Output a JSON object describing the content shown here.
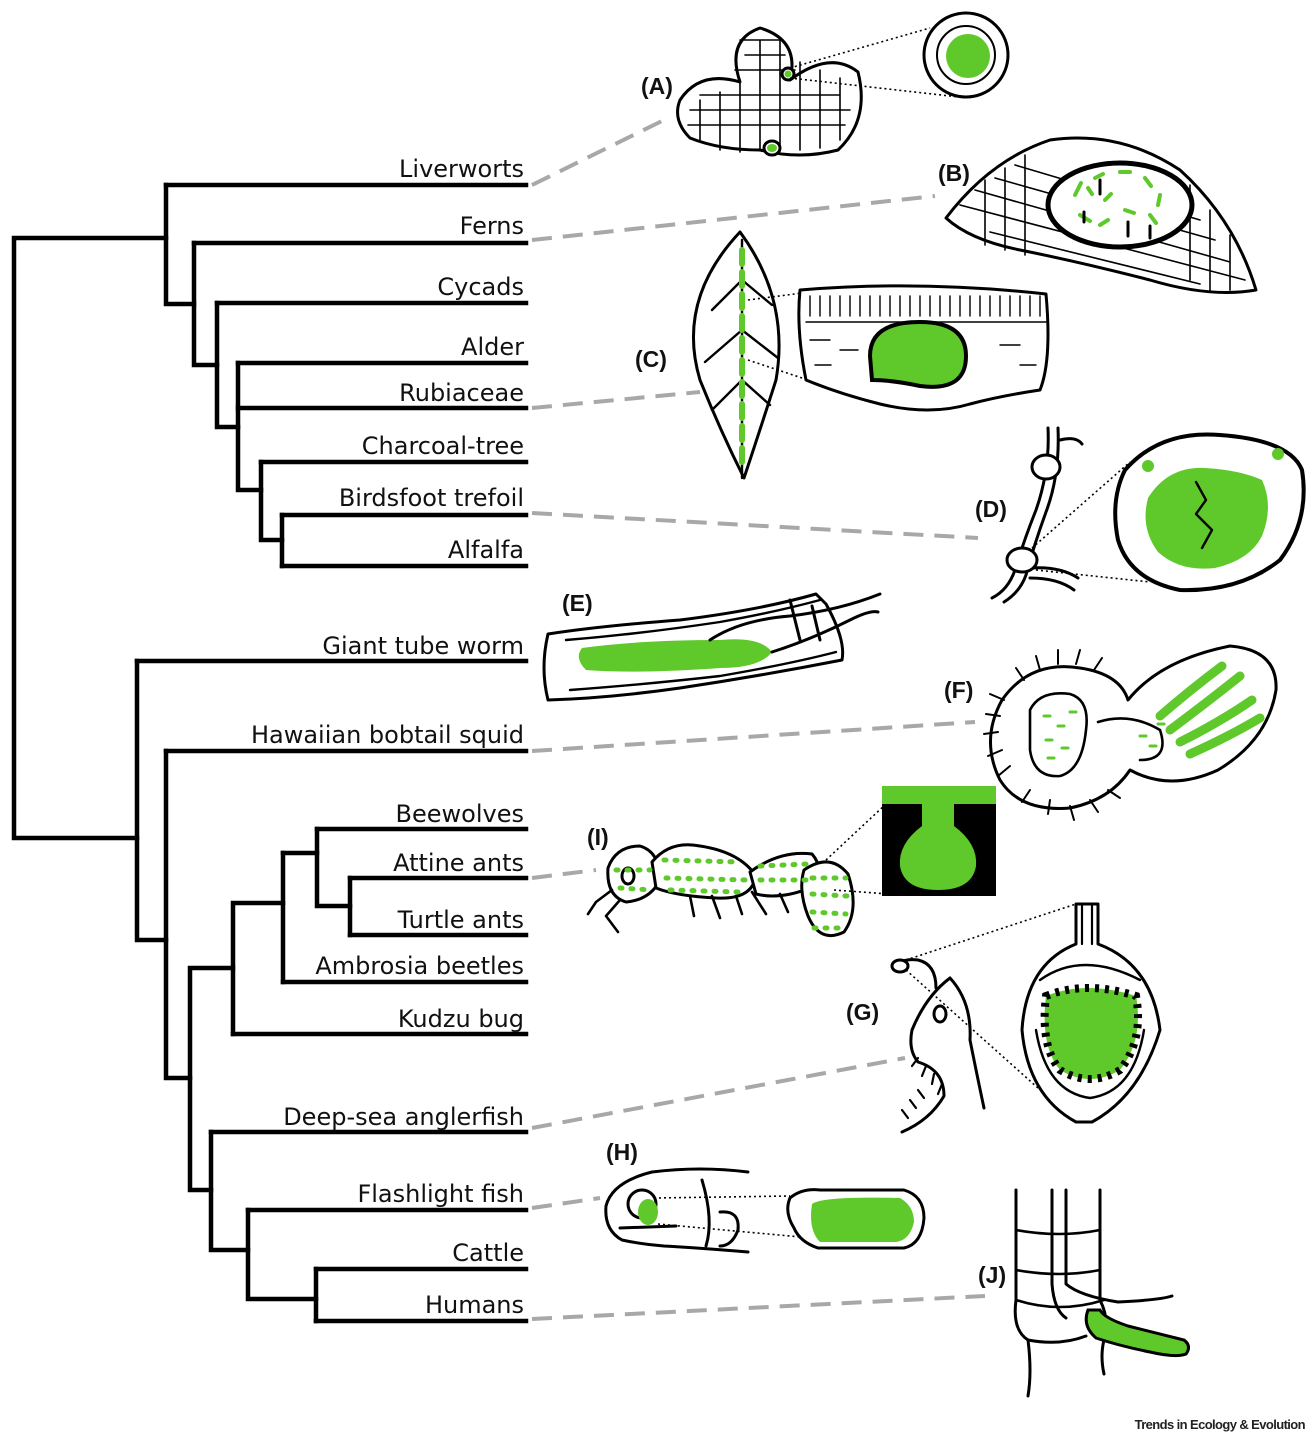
{
  "taxa": {
    "liverworts": "Liverworts",
    "ferns": "Ferns",
    "cycads": "Cycads",
    "alder": "Alder",
    "rubiaceae": "Rubiaceae",
    "charcoal_tree": "Charcoal-tree",
    "birdsfoot_trefoil": "Birdsfoot trefoil",
    "alfalfa": "Alfalfa",
    "giant_tube_worm": "Giant tube worm",
    "hawaiian_bobtail_squid": "Hawaiian bobtail squid",
    "beewolves": "Beewolves",
    "attine_ants": "Attine ants",
    "turtle_ants": "Turtle ants",
    "ambrosia_beetles": "Ambrosia beetles",
    "kudzu_bug": "Kudzu bug",
    "deep_sea_anglerfish": "Deep-sea anglerfish",
    "flashlight_fish": "Flashlight fish",
    "cattle": "Cattle",
    "humans": "Humans"
  },
  "panels": {
    "a": "(A)",
    "b": "(B)",
    "c": "(C)",
    "d": "(D)",
    "e": "(E)",
    "f": "(F)",
    "g": "(G)",
    "h": "(H)",
    "i": "(I)",
    "j": "(J)"
  },
  "credit": "Trends in Ecology & Evolution",
  "colors": {
    "symbiont_green": "#5fc92c",
    "ink": "#000000",
    "leader_grey": "#a8a8a8"
  }
}
